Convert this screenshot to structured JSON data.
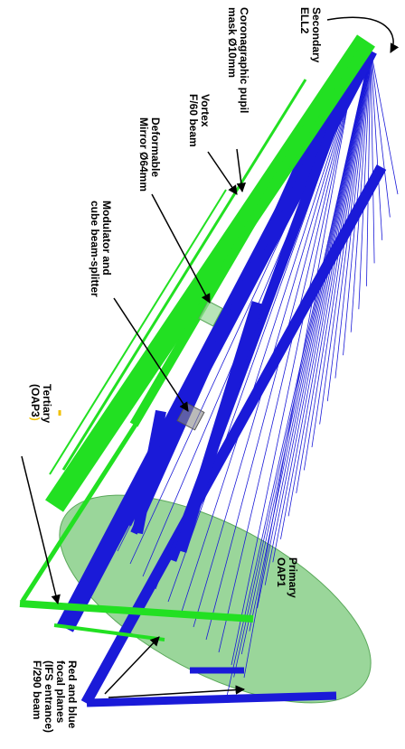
{
  "colors": {
    "green_beam": "#22e022",
    "blue_beam": "#1a1ad8",
    "mirror_fill": "#78c878",
    "arrow": "#000000",
    "highlight": "#f0c000"
  },
  "labels": {
    "secondary_l1": "Secondary",
    "secondary_l2": "ELL2",
    "pupil_l1": "Coronagraphic pupil",
    "pupil_l2": "mask Ø10mm",
    "vortex_l1": "Vortex",
    "vortex_l2": "F/60 beam",
    "dm_l1": "Deformable",
    "dm_l2": "Mirror Ø64mm",
    "mod_l1": "Modulator and",
    "mod_l2": "cube beam-splitter",
    "tertiary_l1": "Tertiary",
    "tertiary_l2": "(OAP3",
    "tertiary_l2_close": ")",
    "primary_l1": "Primary",
    "primary_l2": "OAP1",
    "focal_l1": "Red and blue",
    "focal_l2": "focal planes",
    "focal_l3": "(IFS entrance)",
    "focal_l4": "F/290 beam"
  }
}
